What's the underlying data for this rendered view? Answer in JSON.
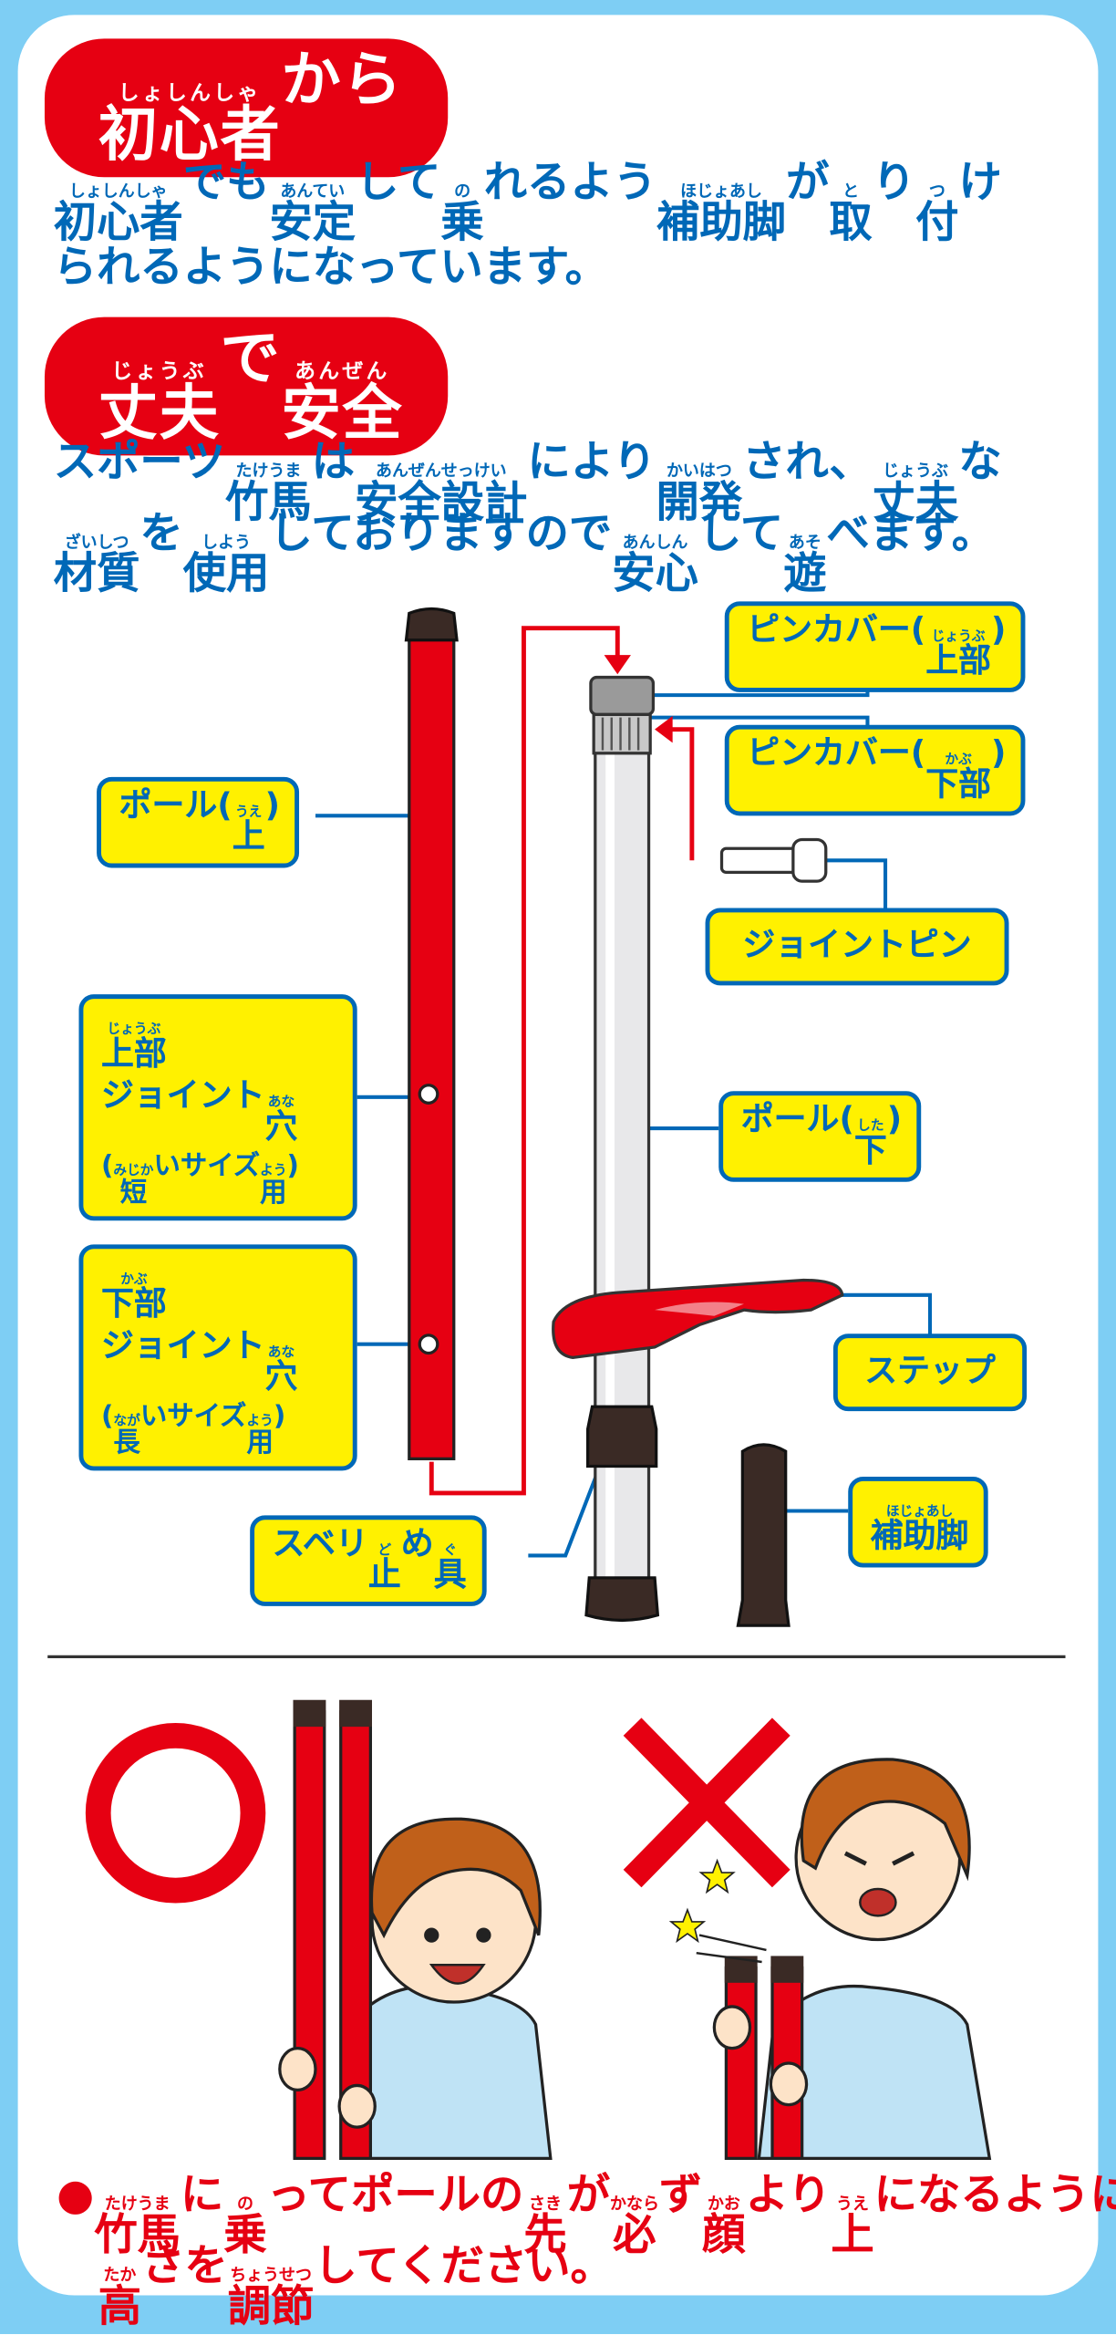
{
  "colors": {
    "frame": "#7ecef4",
    "red": "#e60012",
    "blue": "#0068b7",
    "label_fill": "#fff100"
  },
  "heading1": [
    {
      "t": "初心者",
      "r": "しょしんしゃ"
    },
    {
      "t": "から"
    }
  ],
  "body1": [
    [
      {
        "t": "初心者",
        "r": "しょしんしゃ"
      },
      {
        "t": "でも"
      },
      {
        "t": "安定",
        "r": "あんてい"
      },
      {
        "t": "して"
      },
      {
        "t": "乗",
        "r": "の"
      },
      {
        "t": "れるよう"
      },
      {
        "t": "補助脚",
        "r": "ほじょあし"
      },
      {
        "t": "が"
      },
      {
        "t": "取",
        "r": "と"
      },
      {
        "t": "り"
      },
      {
        "t": "付",
        "r": "つ"
      },
      {
        "t": "け"
      }
    ],
    [
      {
        "t": "られるようになっています。"
      }
    ]
  ],
  "heading2": [
    {
      "t": "丈夫",
      "r": "じょうぶ"
    },
    {
      "t": "で"
    },
    {
      "t": "安全",
      "r": "あんぜん"
    }
  ],
  "body2": [
    [
      {
        "t": "スポーツ"
      },
      {
        "t": "竹馬",
        "r": "たけうま"
      },
      {
        "t": "は"
      },
      {
        "t": "安全設計",
        "r": "あんぜんせっけい"
      },
      {
        "t": "により"
      },
      {
        "t": "開発",
        "r": "かいはつ"
      },
      {
        "t": "され、"
      },
      {
        "t": "丈夫",
        "r": "じょうぶ"
      },
      {
        "t": "な"
      }
    ],
    [
      {
        "t": "材質",
        "r": "ざいしつ"
      },
      {
        "t": "を"
      },
      {
        "t": "使用",
        "r": "しよう"
      },
      {
        "t": "しておりますので"
      },
      {
        "t": "安心",
        "r": "あんしん"
      },
      {
        "t": "して"
      },
      {
        "t": "遊",
        "r": "あそ"
      },
      {
        "t": "べます。"
      }
    ]
  ],
  "labels": {
    "pole_upper": [
      {
        "t": "ポール("
      },
      {
        "t": "上",
        "r": "うえ"
      },
      {
        "t": ")"
      }
    ],
    "upper_hole": [
      [
        {
          "t": "上部",
          "r": "じょうぶ"
        }
      ],
      [
        {
          "t": "ジョイント"
        },
        {
          "t": "穴",
          "r": "あな"
        }
      ],
      [
        {
          "t": "("
        },
        {
          "t": "短",
          "r": "みじか"
        },
        {
          "t": "いサイズ"
        },
        {
          "t": "用",
          "r": "よう"
        },
        {
          "t": ")"
        }
      ]
    ],
    "lower_hole": [
      [
        {
          "t": "下部",
          "r": "かぶ"
        }
      ],
      [
        {
          "t": "ジョイント"
        },
        {
          "t": "穴",
          "r": "あな"
        }
      ],
      [
        {
          "t": "("
        },
        {
          "t": "長",
          "r": "なが"
        },
        {
          "t": "いサイズ"
        },
        {
          "t": "用",
          "r": "よう"
        },
        {
          "t": ")"
        }
      ]
    ],
    "anti_slip": [
      {
        "t": "スベリ"
      },
      {
        "t": "止",
        "r": "ど"
      },
      {
        "t": "め"
      },
      {
        "t": "具",
        "r": "ぐ"
      }
    ],
    "pin_cover_upper": [
      {
        "t": "ピンカバー("
      },
      {
        "t": "上部",
        "r": "じょうぶ"
      },
      {
        "t": ")"
      }
    ],
    "pin_cover_lower": [
      {
        "t": "ピンカバー("
      },
      {
        "t": "下部",
        "r": "かぶ"
      },
      {
        "t": ")"
      }
    ],
    "joint_pin": [
      {
        "t": "ジョイントピン"
      }
    ],
    "pole_lower": [
      {
        "t": "ポール("
      },
      {
        "t": "下",
        "r": "した"
      },
      {
        "t": ")"
      }
    ],
    "step": [
      {
        "t": "ステップ"
      }
    ],
    "support_leg": [
      {
        "t": "補助脚",
        "r": "ほじょあし"
      }
    ]
  },
  "icons": {
    "good": "circle-mark",
    "bad": "x-mark"
  },
  "warning": [
    [
      {
        "t": "●"
      },
      {
        "t": "竹馬",
        "r": "たけうま"
      },
      {
        "t": "に"
      },
      {
        "t": "乗",
        "r": "の"
      },
      {
        "t": "ってポールの"
      },
      {
        "t": "先",
        "r": "さき"
      },
      {
        "t": "が"
      },
      {
        "t": "必",
        "r": "かなら"
      },
      {
        "t": "ず"
      },
      {
        "t": "顔",
        "r": "かお"
      },
      {
        "t": "より"
      },
      {
        "t": "上",
        "r": "うえ"
      },
      {
        "t": "になるように"
      }
    ],
    [
      {
        "t": "高",
        "r": "たか"
      },
      {
        "t": "さを"
      },
      {
        "t": "調節",
        "r": "ちょうせつ"
      },
      {
        "t": "してください。"
      }
    ]
  ]
}
